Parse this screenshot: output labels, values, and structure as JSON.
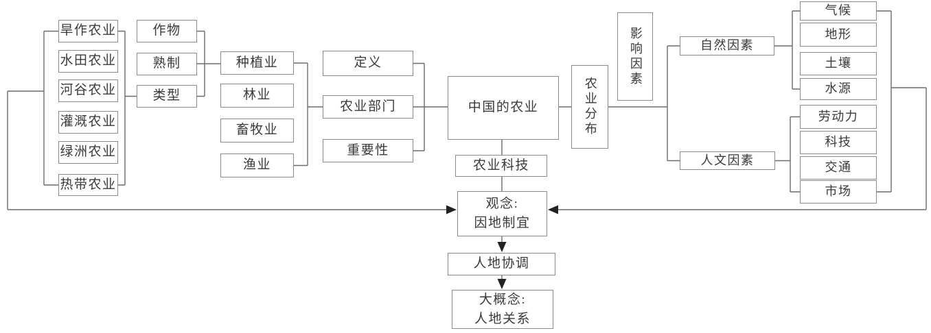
{
  "nodes": {
    "agriculture_types": [
      "旱作农业",
      "水田农业",
      "河谷农业",
      "灌溉农业",
      "绿洲农业",
      "热带农业"
    ],
    "planting_attrs": [
      "作物",
      "熟制",
      "类型"
    ],
    "sectors": [
      "种植业",
      "林业",
      "畜牧业",
      "渔业"
    ],
    "overview": [
      "定义",
      "农业部门",
      "重要性"
    ],
    "center": "中国的农业",
    "distribution": "农业分布",
    "influence": "影响因素",
    "natural_group": "自然因素",
    "human_group": "人文因素",
    "natural_factors": [
      "气候",
      "地形",
      "土壤",
      "水源"
    ],
    "human_factors": [
      "劳动力",
      "科技",
      "交通",
      "市场"
    ],
    "agri_tech": "农业科技",
    "concept": {
      "line1": "观念:",
      "line2": "因地制宜"
    },
    "harmony": "人地协调",
    "big_concept": {
      "line1": "大概念:",
      "line2": "人地关系"
    }
  },
  "colors": {
    "background": "#ffffff",
    "box_border": "#8a8a8a",
    "connector_line": "#6b6b6b",
    "arrowhead": "#222222",
    "text": "#3a3a3a"
  }
}
